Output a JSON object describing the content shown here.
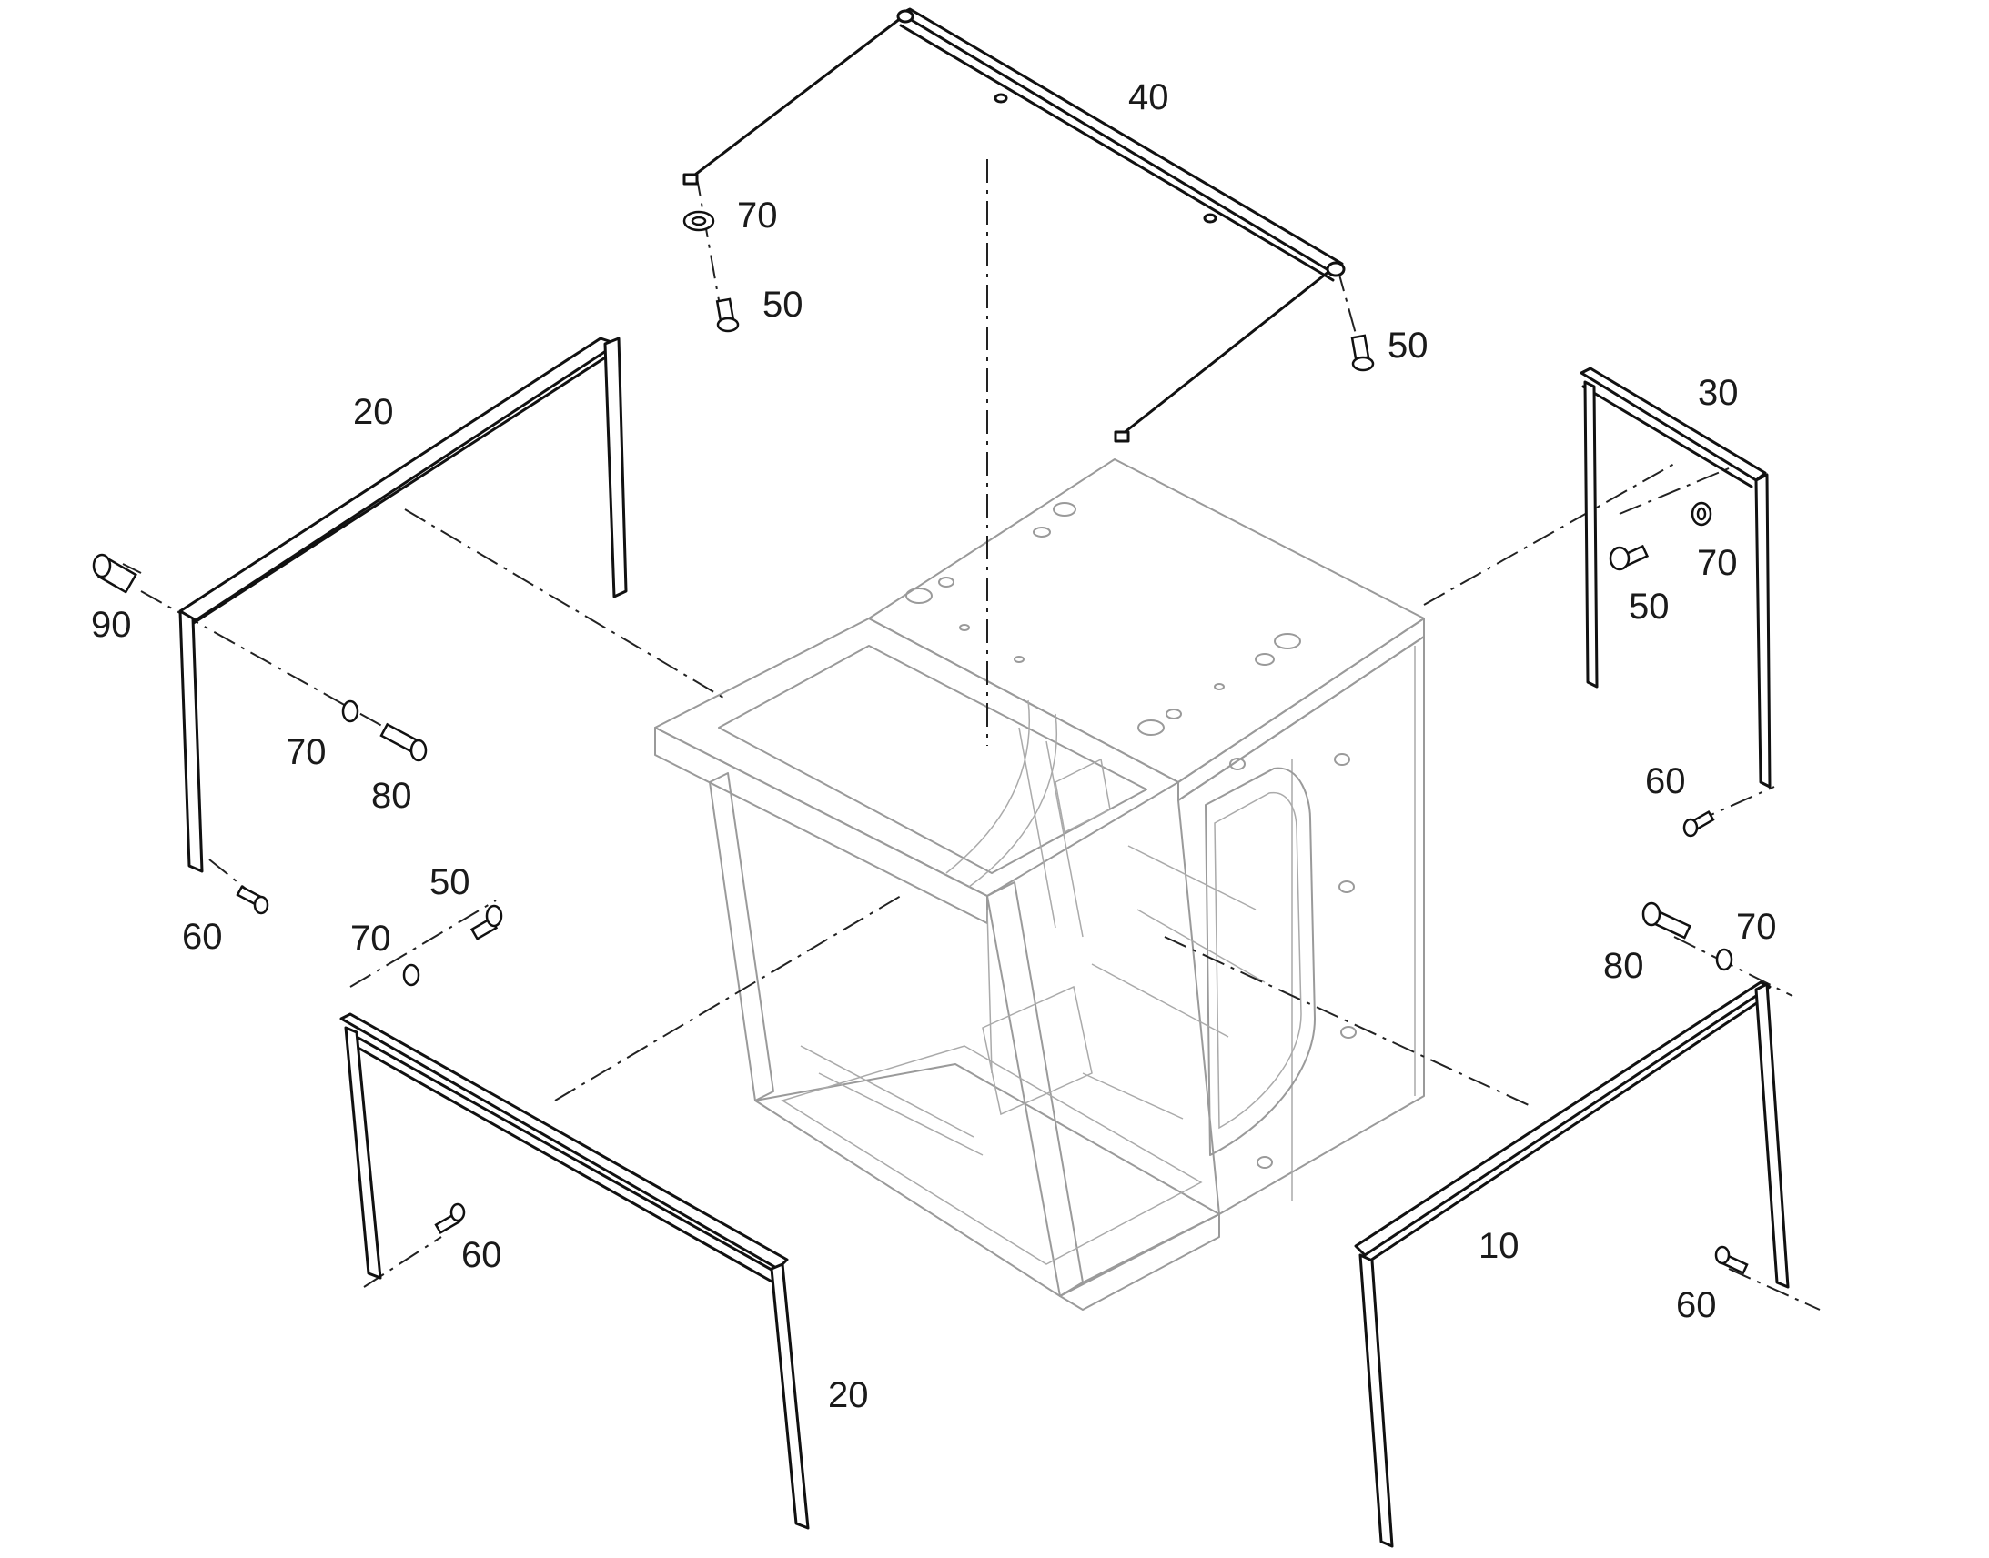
{
  "diagram": {
    "callouts": [
      {
        "id": "c40",
        "text": "40"
      },
      {
        "id": "c70a",
        "text": "70"
      },
      {
        "id": "c50a",
        "text": "50"
      },
      {
        "id": "c50b",
        "text": "50"
      },
      {
        "id": "c20a",
        "text": "20"
      },
      {
        "id": "c30",
        "text": "30"
      },
      {
        "id": "c90",
        "text": "90"
      },
      {
        "id": "c70b",
        "text": "70"
      },
      {
        "id": "c50c",
        "text": "50"
      },
      {
        "id": "c70c",
        "text": "70"
      },
      {
        "id": "c80a",
        "text": "80"
      },
      {
        "id": "c60a",
        "text": "60"
      },
      {
        "id": "c50d",
        "text": "50"
      },
      {
        "id": "c60b",
        "text": "60"
      },
      {
        "id": "c70d",
        "text": "70"
      },
      {
        "id": "c80b",
        "text": "80"
      },
      {
        "id": "c70e",
        "text": "70"
      },
      {
        "id": "c60c",
        "text": "60"
      },
      {
        "id": "c10",
        "text": "10"
      },
      {
        "id": "c60d",
        "text": "60"
      },
      {
        "id": "c20b",
        "text": "20"
      }
    ]
  }
}
